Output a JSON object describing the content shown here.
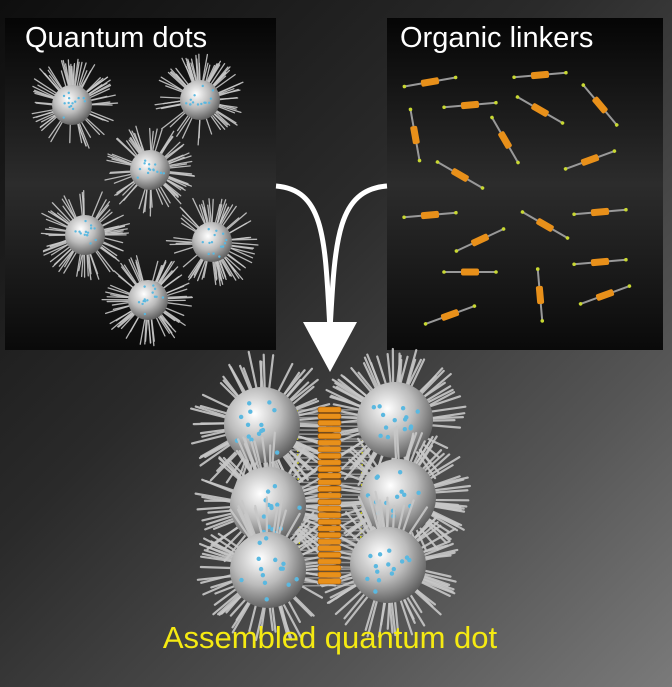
{
  "labels": {
    "quantum_dots": "Quantum dots",
    "organic_linkers": "Organic linkers",
    "assembled": "Assembled quantum dot"
  },
  "colors": {
    "caption": "#f5ea12",
    "linker": "#e8901a",
    "ligand_tip": "#5ab8e0",
    "linker_end": "#c8d832"
  }
}
